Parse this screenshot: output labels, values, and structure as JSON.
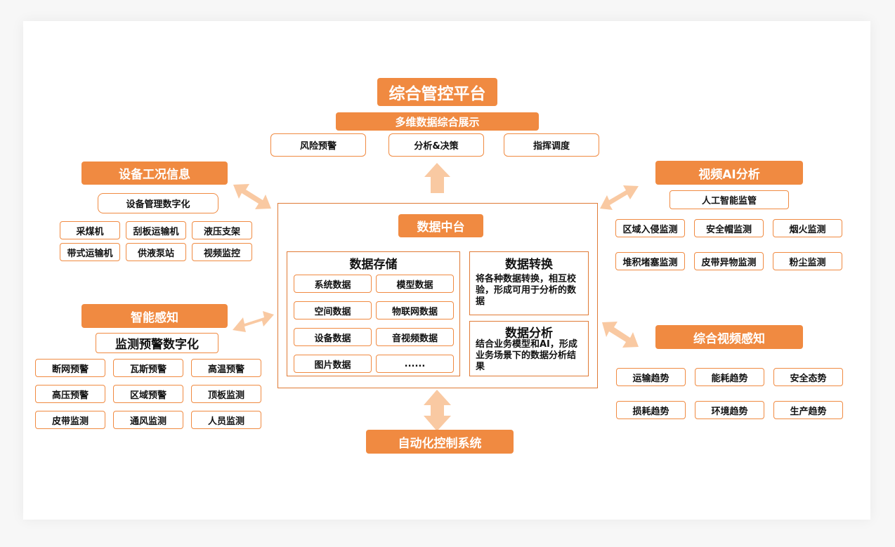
{
  "colors": {
    "accent": "#f08a41",
    "arrow": "#f9c9a2",
    "border": "#e07a35"
  },
  "top": {
    "title": "综合管控平台",
    "subtitle": "多维数据综合展示",
    "items": [
      "风险预警",
      "分析&决策",
      "指挥调度"
    ]
  },
  "equipment": {
    "title": "设备工况信息",
    "subtitle": "设备管理数字化",
    "items": [
      "采煤机",
      "刮板运输机",
      "液压支架",
      "带式运输机",
      "供液泵站",
      "视频监控"
    ]
  },
  "sensing": {
    "title": "智能感知",
    "subtitle": "监测预警数字化",
    "items": [
      "断网预警",
      "瓦斯预警",
      "高温预警",
      "高压预警",
      "区域预警",
      "顶板监测",
      "皮带监测",
      "通风监测",
      "人员监测"
    ]
  },
  "video_ai": {
    "title": "视频AI分析",
    "subtitle": "人工智能监管",
    "items": [
      "区域入侵监测",
      "安全帽监测",
      "烟火监测",
      "堆积堵塞监测",
      "皮带异物监测",
      "粉尘监测"
    ]
  },
  "video_sense": {
    "title": "综合视频感知",
    "items": [
      "运输趋势",
      "能耗趋势",
      "安全态势",
      "损耗趋势",
      "环境趋势",
      "生产趋势"
    ]
  },
  "center": {
    "title": "数据中台",
    "storage": {
      "title": "数据存储",
      "items": [
        "系统数据",
        "模型数据",
        "空间数据",
        "物联网数据",
        "设备数据",
        "音视频数据",
        "图片数据",
        "......"
      ]
    },
    "conversion": {
      "title": "数据转换",
      "text": "将各种数据转换，相互校验，形成可用于分析的数据"
    },
    "analysis": {
      "title": "数据分析",
      "text": "结合业务模型和AI，形成业务场景下的数据分析结果"
    }
  },
  "bottom": {
    "title": "自动化控制系统"
  }
}
